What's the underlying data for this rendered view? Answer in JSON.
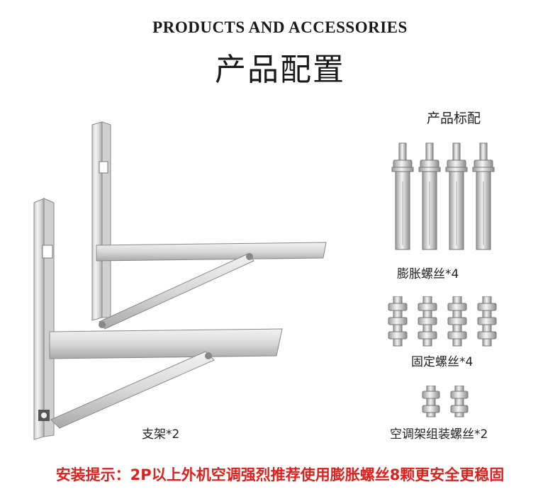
{
  "header": {
    "title_en": "PRODUCTS AND ACCESSORIES",
    "title_cn": "产品配置"
  },
  "accessories": {
    "title": "产品标配",
    "groups": [
      {
        "label": "膨胀螺丝*4",
        "icon": "expansion-bolt"
      },
      {
        "label": "固定螺丝*4",
        "icon": "fixing-bolt"
      },
      {
        "label": "空调架组装螺丝*2",
        "icon": "assembly-screw"
      }
    ]
  },
  "bracket": {
    "label": "支架*2",
    "icon": "stainless-bracket"
  },
  "tip": "安装提示：2P以上外机空调强烈推荐使用膨胀螺丝8颗更安全更稳固",
  "colors": {
    "tip": "#e0201c",
    "metal_light": "#e8e8e8",
    "metal_dark": "#8a8a8a"
  }
}
